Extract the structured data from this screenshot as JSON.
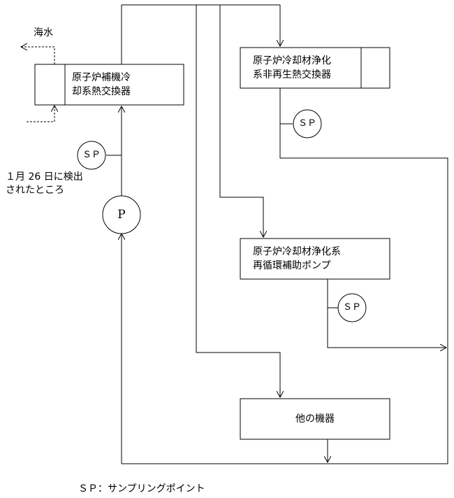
{
  "labels": {
    "seawater": "海水",
    "detected_line1": "１月 26 日に検出",
    "detected_line2": "されたところ",
    "legend": "ＳＰ：サンプリングポイント"
  },
  "equipment": {
    "hx_aux_line1": "原子炉補機冷",
    "hx_aux_line2": "却系熱交換器",
    "hx_purif_line1": "原子炉冷却材浄化",
    "hx_purif_line2": "系非再生熱交換器",
    "pump_purif_line1": "原子炉冷却材浄化系",
    "pump_purif_line2": "再循環補助ポンプ",
    "other": "他の機器"
  },
  "symbols": {
    "sp": "ＳＰ",
    "pump": "P"
  }
}
